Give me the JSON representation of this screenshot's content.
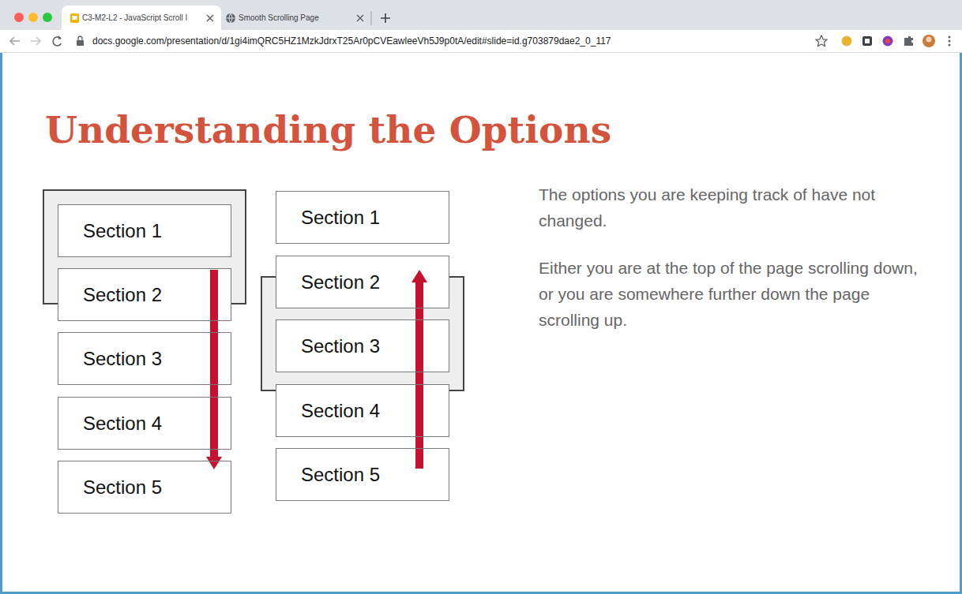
{
  "diagram": {
    "title": "Understanding the Options",
    "nodes": [
      {
        "text": [
          "Section 1"
        ]
      },
      {
        "text": [
          "Section 2"
        ]
      },
      {
        "text": [
          "Section 3"
        ]
      },
      {
        "text": [
          "Section 4"
        ]
      },
      {
        "text": [
          "Section 5"
        ]
      },
      {
        "text": [
          "Section 1"
        ]
      },
      {
        "text": [
          "Section 2"
        ]
      },
      {
        "text": [
          "Section 3"
        ]
      },
      {
        "text": [
          "Section 4"
        ]
      },
      {
        "text": [
          "Section 5"
        ]
      }
    ],
    "labels": [
      "C3-M2-L2 - JavaScript Scroll I",
      "Smooth Scrolling Page",
      "docs.google.com/presentation/d/1gi4imQRC5HZ1MzkJdrxT25Ar0pCVEawleeVh5J9p0tA/edit#slide=id.g703879dae2_0_117",
      "The options you are keeping track of have not changed.",
      "Either you are at the top of the page scrolling down, or you are somewhere further down the page scrolling up."
    ]
  }
}
